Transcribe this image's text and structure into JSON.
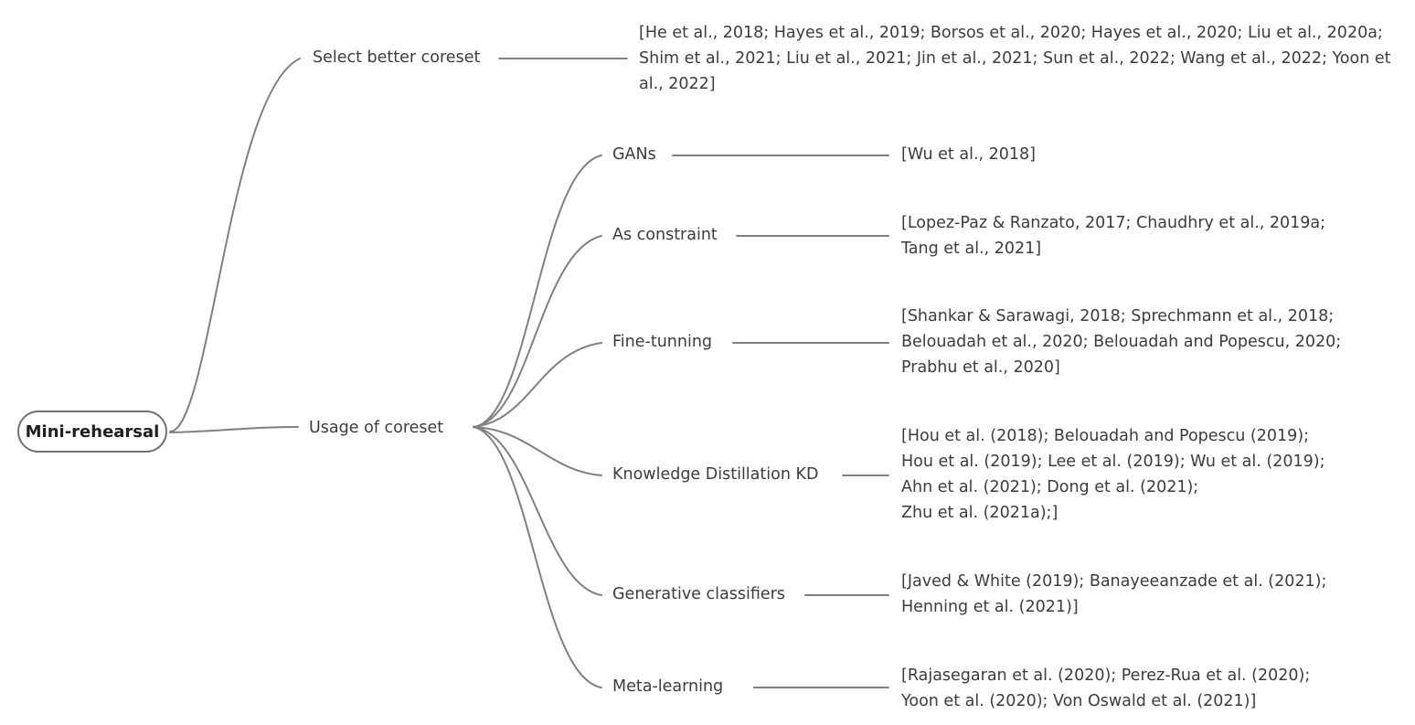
{
  "root": {
    "label": "Mini-rehearsal"
  },
  "branches": [
    {
      "label": "Select better coreset",
      "references": "[He et al., 2018; Hayes et al., 2019; Borsos et al., 2020; Hayes et al., 2020; Liu et al., 2020a;\nShim et al., 2021; Liu et al., 2021; Jin et al., 2021; Sun et al., 2022; Wang et al., 2022; Yoon et\nal., 2022]"
    },
    {
      "label": "Usage of coreset",
      "children": [
        {
          "label": "GANs",
          "references": "[Wu et al., 2018]"
        },
        {
          "label": "As constraint",
          "references": "[Lopez-Paz & Ranzato, 2017; Chaudhry et al., 2019a;\nTang et al., 2021]"
        },
        {
          "label": "Fine-tunning",
          "references": "[Shankar & Sarawagi, 2018; Sprechmann et al., 2018;\nBelouadah et al., 2020; Belouadah and Popescu, 2020;\nPrabhu et al., 2020]"
        },
        {
          "label": "Knowledge Distillation KD",
          "references": "[Hou et al. (2018); Belouadah and Popescu (2019);\nHou et al. (2019); Lee et al. (2019); Wu et al. (2019);\nAhn et al. (2021); Dong et al. (2021);\nZhu et al. (2021a);]"
        },
        {
          "label": "Generative classifiers",
          "references": "[Javed & White (2019); Banayeeanzade et al. (2021);\nHenning et al. (2021)]"
        },
        {
          "label": "Meta-learning",
          "references": "[Rajasegaran et al. (2020); Perez-Rua et al. (2020);\nYoon et al. (2020); Von Oswald et al. (2021)]"
        }
      ]
    }
  ]
}
